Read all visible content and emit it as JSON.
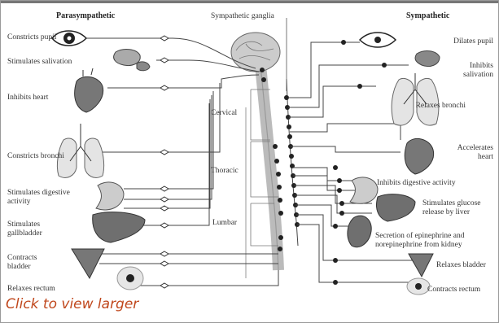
{
  "headers": {
    "para": "Parasympathetic",
    "symp": "Sympathetic"
  },
  "ganglia_label": "Sympathetic ganglia",
  "regions": {
    "cervical": "Cervical",
    "thoracic": "Thoracic",
    "lumbar": "Lumbar"
  },
  "left": {
    "pupil": "Constricts pupil",
    "saliva": "Stimulates salivation",
    "heart": "Inhibits heart",
    "bronchi": "Constricts bronchi",
    "digestive1": "Stimulates digestive",
    "digestive2": "activity",
    "gall1": "Stimulates",
    "gall2": "gallbladder",
    "bladder1": "Contracts",
    "bladder2": "bladder",
    "rectum": "Relaxes rectum"
  },
  "right": {
    "pupil": "Dilates pupil",
    "saliva1": "Inhibits",
    "saliva2": "salivation",
    "bronchi": "Relaxes bronchi",
    "heart1": "Accelerates",
    "heart2": "heart",
    "digestive": "Inhibits digestive activity",
    "glucose1": "Stimulates glucose",
    "glucose2": "release by liver",
    "epi1": "Secretion of epinephrine and",
    "epi2": "norepinephrine from kidney",
    "bladder": "Relaxes bladder",
    "rectum": "Contracts rectum"
  },
  "link_text": "Click to view larger"
}
